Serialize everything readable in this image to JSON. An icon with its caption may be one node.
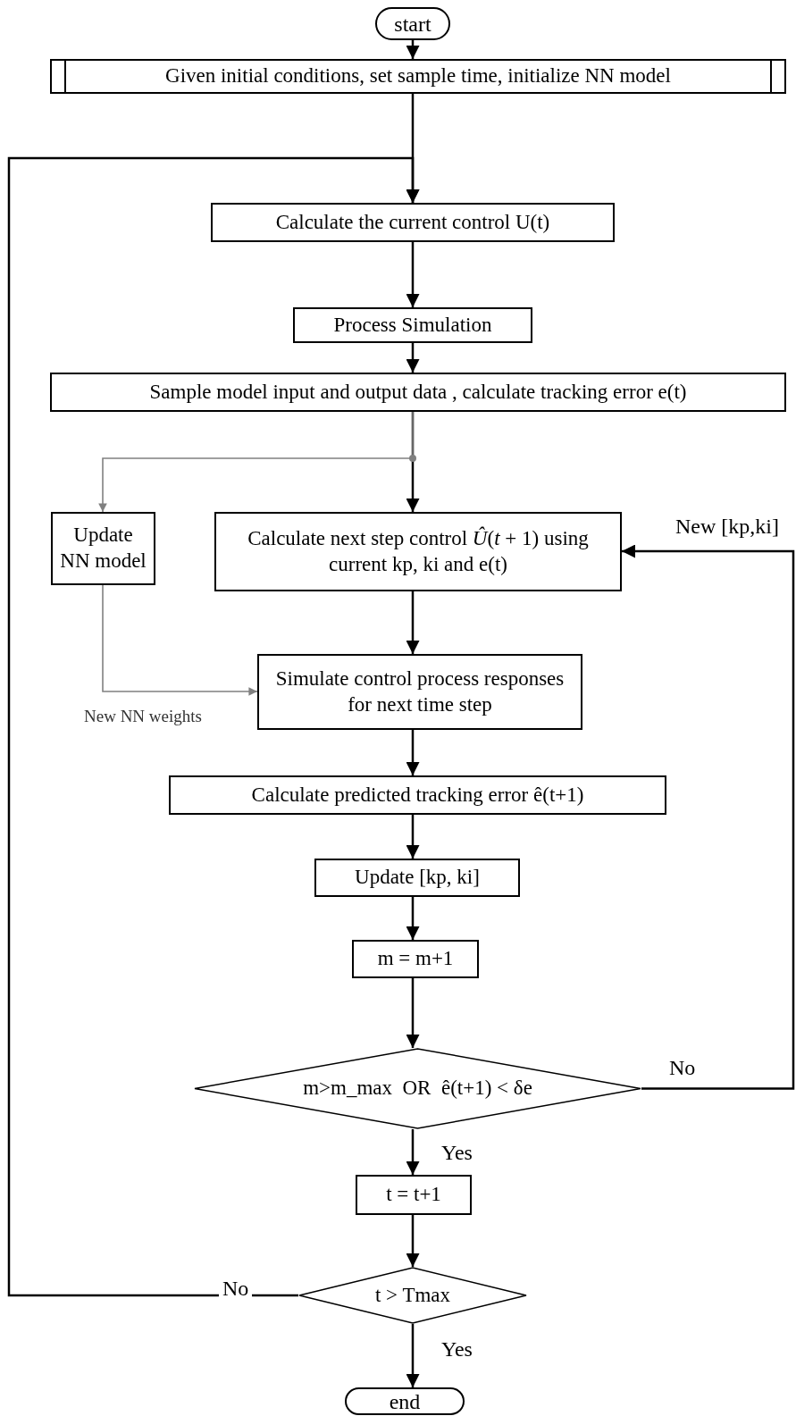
{
  "diagram": {
    "nodes": [
      {
        "text": [
          "start"
        ]
      },
      {
        "text": [
          "Given initial conditions, set sample time, initialize NN model"
        ]
      },
      {
        "text": [
          "Calculate the current control U(t)"
        ]
      },
      {
        "text": [
          "Process Simulation"
        ]
      },
      {
        "text": [
          "Sample model input and output data , calculate tracking error e(t)"
        ]
      },
      {
        "text": [
          "Update NN model"
        ]
      },
      {
        "text": [
          "Calculate next step control *Û*(*t* + 1) using current kp, ki and e(t)"
        ]
      },
      {
        "text": [
          "Simulate control process responses for next time step"
        ]
      },
      {
        "text": [
          "Calculate predicted tracking error ê(t+1)"
        ]
      },
      {
        "text": [
          "Update [kp, ki]"
        ]
      },
      {
        "text": [
          "m = m+1"
        ]
      },
      {
        "text": [
          "m>m_max  OR  ê(t+1) < δe"
        ]
      },
      {
        "text": [
          "t = t+1"
        ]
      },
      {
        "text": [
          "t > Tmax"
        ]
      },
      {
        "text": [
          "end"
        ]
      }
    ],
    "edges": [
      {
        "from": 0,
        "to": 1,
        "arrow": "to"
      },
      {
        "from": 1,
        "to": 2,
        "arrow": "to"
      },
      {
        "from": 2,
        "to": 3,
        "arrow": "to"
      },
      {
        "from": 3,
        "to": 4,
        "arrow": "to"
      },
      {
        "from": 4,
        "to": 6,
        "arrow": "to"
      },
      {
        "from": 4,
        "to": 5,
        "arrow": "to",
        "color": "#808080"
      },
      {
        "from": 5,
        "to": 7,
        "arrow": "to",
        "color": "#808080",
        "label": "New NN weights"
      },
      {
        "from": 6,
        "to": 7,
        "arrow": "to"
      },
      {
        "from": 7,
        "to": 8,
        "arrow": "to"
      },
      {
        "from": 8,
        "to": 9,
        "arrow": "to"
      },
      {
        "from": 9,
        "to": 10,
        "arrow": "to"
      },
      {
        "from": 10,
        "to": 11,
        "arrow": "to"
      },
      {
        "from": 11,
        "to": 12,
        "arrow": "to",
        "label": "Yes"
      },
      {
        "from": 11,
        "to": 6,
        "arrow": "to",
        "label": "No"
      },
      {
        "from": 12,
        "to": 13,
        "arrow": "to"
      },
      {
        "from": 13,
        "to": 2,
        "arrow": "to",
        "label": "No"
      },
      {
        "from": 13,
        "to": 14,
        "arrow": "to",
        "label": "Yes"
      }
    ],
    "labels": [
      "New [kp,ki]"
    ]
  }
}
